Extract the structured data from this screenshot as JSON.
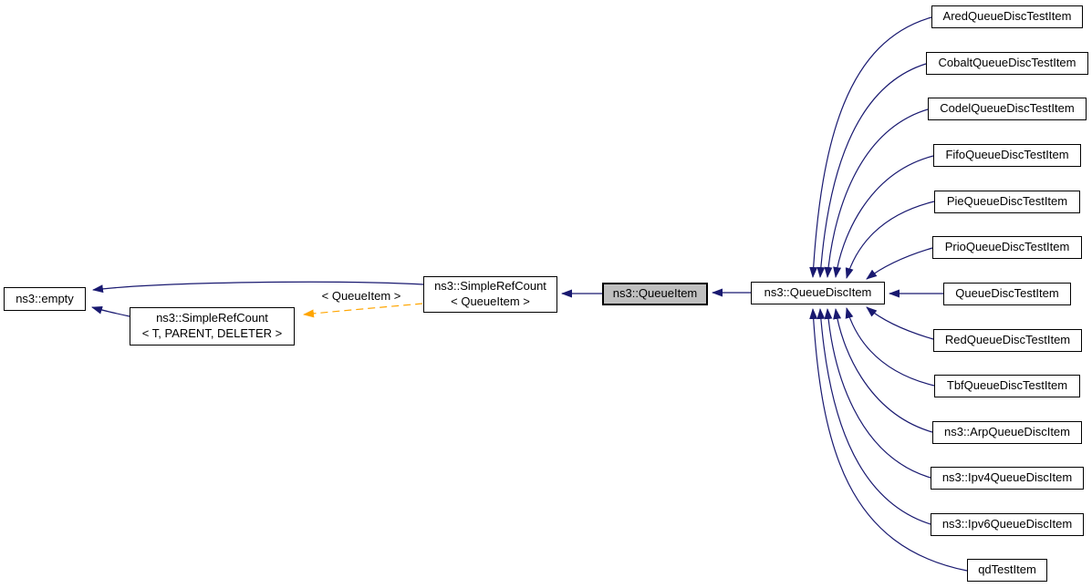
{
  "diagram": {
    "kind": "class-inheritance-graph",
    "colors": {
      "background": "#ffffff",
      "inherit_arrow": "#191970",
      "template_arrow": "#ffa500",
      "node_fill": "#ffffff",
      "node_border": "#000000",
      "highlight_fill": "#bfbfbf"
    },
    "template_edge_label": "< QueueItem >",
    "nodes": {
      "empty": {
        "label": "ns3::empty"
      },
      "simple_ref_count_template": {
        "line1": "ns3::SimpleRefCount",
        "line2": "< T, PARENT, DELETER >"
      },
      "simple_ref_count_queueitem": {
        "line1": "ns3::SimpleRefCount",
        "line2": "< QueueItem >"
      },
      "queue_item": {
        "label": "ns3::QueueItem",
        "highlighted": true
      },
      "queue_disc_item": {
        "label": "ns3::QueueDiscItem"
      },
      "derived": [
        {
          "label": "AredQueueDiscTestItem"
        },
        {
          "label": "CobaltQueueDiscTestItem"
        },
        {
          "label": "CodelQueueDiscTestItem"
        },
        {
          "label": "FifoQueueDiscTestItem"
        },
        {
          "label": "PieQueueDiscTestItem"
        },
        {
          "label": "PrioQueueDiscTestItem"
        },
        {
          "label": "QueueDiscTestItem"
        },
        {
          "label": "RedQueueDiscTestItem"
        },
        {
          "label": "TbfQueueDiscTestItem"
        },
        {
          "label": "ns3::ArpQueueDiscItem"
        },
        {
          "label": "ns3::Ipv4QueueDiscItem"
        },
        {
          "label": "ns3::Ipv6QueueDiscItem"
        },
        {
          "label": "qdTestItem"
        }
      ]
    },
    "edges": [
      {
        "from": "ns3::SimpleRefCount< QueueItem >",
        "to": "ns3::empty",
        "type": "inheritance"
      },
      {
        "from": "ns3::SimpleRefCount< T, PARENT, DELETER >",
        "to": "ns3::empty",
        "type": "inheritance"
      },
      {
        "from": "ns3::SimpleRefCount< QueueItem >",
        "to": "ns3::SimpleRefCount< T, PARENT, DELETER >",
        "type": "template-instantiation",
        "label": "< QueueItem >"
      },
      {
        "from": "ns3::QueueItem",
        "to": "ns3::SimpleRefCount< QueueItem >",
        "type": "inheritance"
      },
      {
        "from": "ns3::QueueDiscItem",
        "to": "ns3::QueueItem",
        "type": "inheritance"
      },
      {
        "from": "AredQueueDiscTestItem",
        "to": "ns3::QueueDiscItem",
        "type": "inheritance"
      },
      {
        "from": "CobaltQueueDiscTestItem",
        "to": "ns3::QueueDiscItem",
        "type": "inheritance"
      },
      {
        "from": "CodelQueueDiscTestItem",
        "to": "ns3::QueueDiscItem",
        "type": "inheritance"
      },
      {
        "from": "FifoQueueDiscTestItem",
        "to": "ns3::QueueDiscItem",
        "type": "inheritance"
      },
      {
        "from": "PieQueueDiscTestItem",
        "to": "ns3::QueueDiscItem",
        "type": "inheritance"
      },
      {
        "from": "PrioQueueDiscTestItem",
        "to": "ns3::QueueDiscItem",
        "type": "inheritance"
      },
      {
        "from": "QueueDiscTestItem",
        "to": "ns3::QueueDiscItem",
        "type": "inheritance"
      },
      {
        "from": "RedQueueDiscTestItem",
        "to": "ns3::QueueDiscItem",
        "type": "inheritance"
      },
      {
        "from": "TbfQueueDiscTestItem",
        "to": "ns3::QueueDiscItem",
        "type": "inheritance"
      },
      {
        "from": "ns3::ArpQueueDiscItem",
        "to": "ns3::QueueDiscItem",
        "type": "inheritance"
      },
      {
        "from": "ns3::Ipv4QueueDiscItem",
        "to": "ns3::QueueDiscItem",
        "type": "inheritance"
      },
      {
        "from": "ns3::Ipv6QueueDiscItem",
        "to": "ns3::QueueDiscItem",
        "type": "inheritance"
      },
      {
        "from": "qdTestItem",
        "to": "ns3::QueueDiscItem",
        "type": "inheritance"
      }
    ]
  }
}
